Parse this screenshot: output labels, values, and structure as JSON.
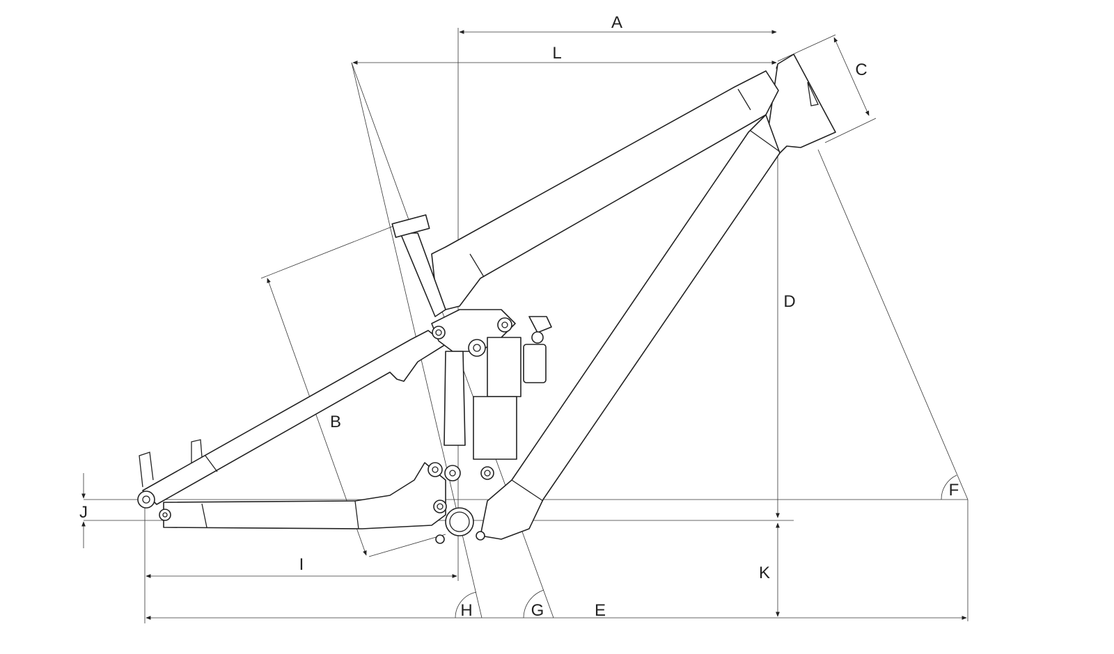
{
  "title": "Frame geometry diagram",
  "colors": {
    "line": "#333333",
    "background": "#ffffff"
  },
  "dimensions": {
    "A": "A",
    "B": "B",
    "C": "C",
    "D": "D",
    "E": "E",
    "F": "F",
    "G": "G",
    "H": "H",
    "I": "I",
    "J": "J",
    "K": "K",
    "L": "L"
  }
}
